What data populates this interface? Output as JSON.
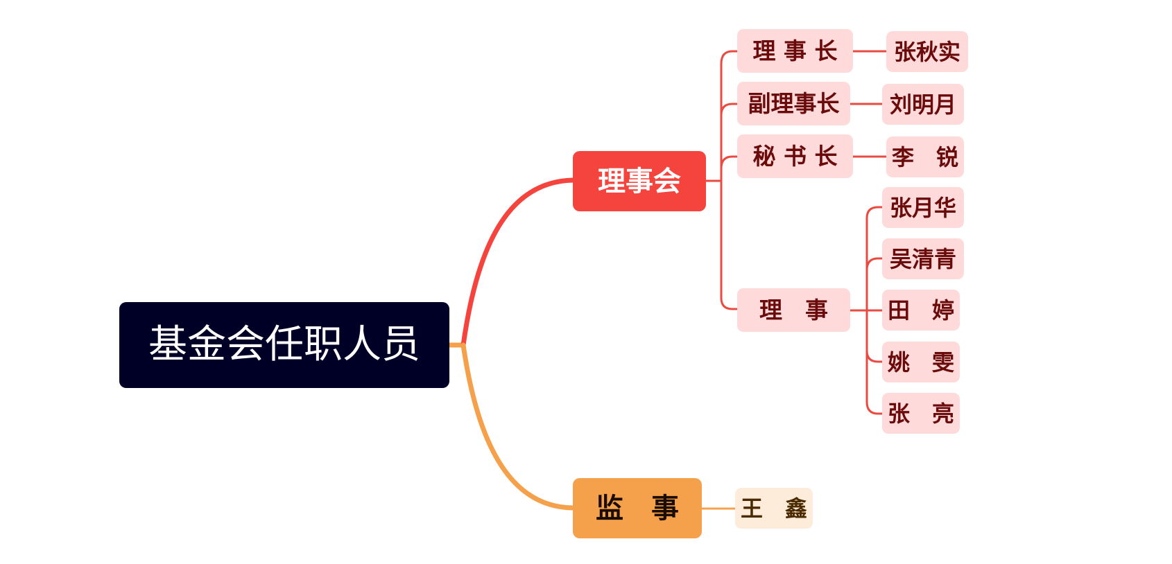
{
  "root": {
    "label": "基金会任职人员"
  },
  "branches": {
    "board": {
      "label": "理事会",
      "color": "#f5443e"
    },
    "supervisor": {
      "label": "监　事",
      "color": "#f5a04a"
    }
  },
  "positions": {
    "chairman": {
      "label": "理 事 长",
      "holder": "张秋实"
    },
    "vice_chairman": {
      "label": "副理事长",
      "holder": "刘明月"
    },
    "secretary_general": {
      "label": "秘 书 长",
      "holder": "李　锐"
    },
    "directors": {
      "label": "理　事",
      "members": [
        "张月华",
        "吴清青",
        "田　婷",
        "姚　雯",
        "张　亮"
      ]
    }
  },
  "supervisors": [
    "王　鑫"
  ],
  "colors": {
    "root_bg": "#000026",
    "board_line": "#f5443e",
    "supervisor_line": "#f5a04a",
    "board_leaf_bg": "#fedada",
    "supervisor_leaf_bg": "#fdecda"
  }
}
